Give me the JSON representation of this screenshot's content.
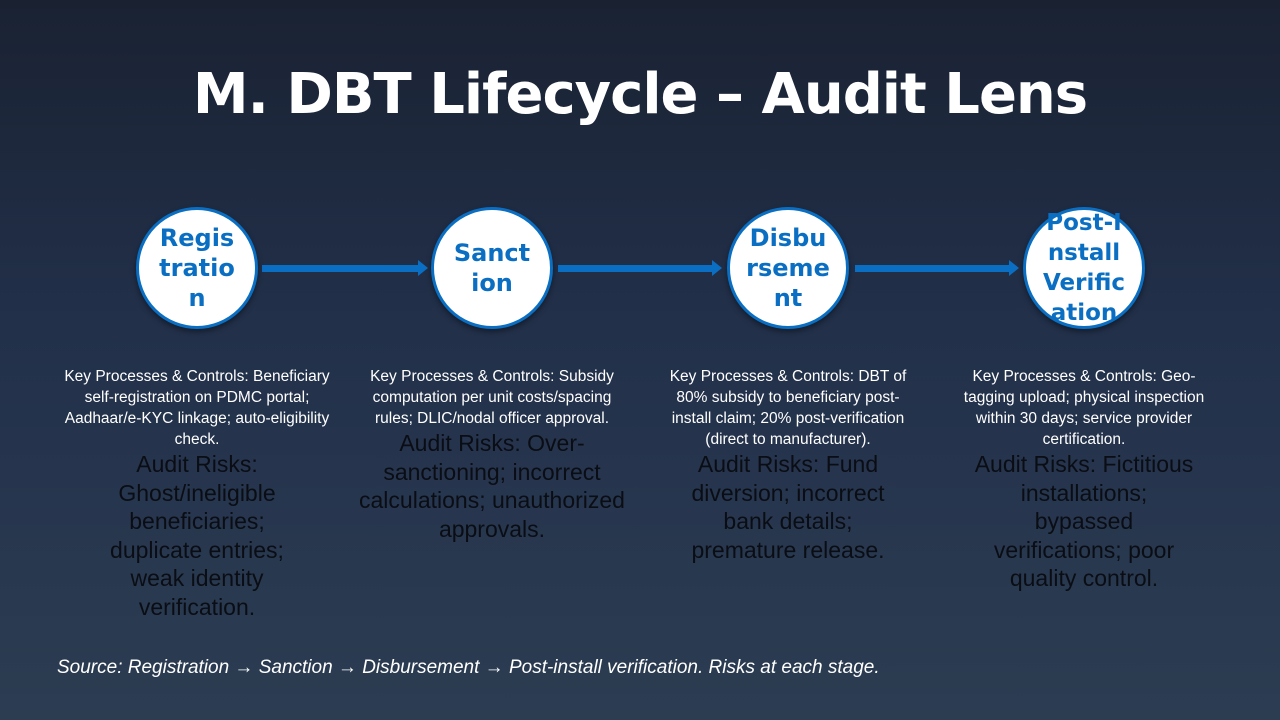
{
  "title": "M. DBT Lifecycle – Audit Lens",
  "accent_color": "#0a6fc2",
  "stages": [
    {
      "label": "Registration",
      "processes": "Key Processes & Controls: Beneficiary self-registration on PDMC portal; Aadhaar/e-KYC linkage; auto-eligibility check.",
      "risks": "Audit Risks: Ghost/ineligible beneficiaries; duplicate entries; weak identity verification."
    },
    {
      "label": "Sanction",
      "processes": "Key Processes & Controls: Subsidy computation per unit costs/spacing rules; DLIC/nodal officer approval.",
      "risks": "Audit Risks: Over-sanctioning; incorrect calculations; unauthorized approvals."
    },
    {
      "label": "Disbursement",
      "processes": "Key Processes & Controls: DBT of 80% subsidy to beneficiary post-install claim; 20% post-verification (direct to manufacturer).",
      "risks": "Audit Risks: Fund diversion; incorrect bank details; premature release."
    },
    {
      "label": "Post-Install Verification",
      "processes": "Key Processes & Controls: Geo-tagging upload; physical inspection within 30 days; service provider certification.",
      "risks": "Audit Risks: Fictitious installations; bypassed verifications; poor quality control."
    }
  ],
  "source": "Source: Registration → Sanction → Disbursement → Post-install verification. Risks at each stage."
}
